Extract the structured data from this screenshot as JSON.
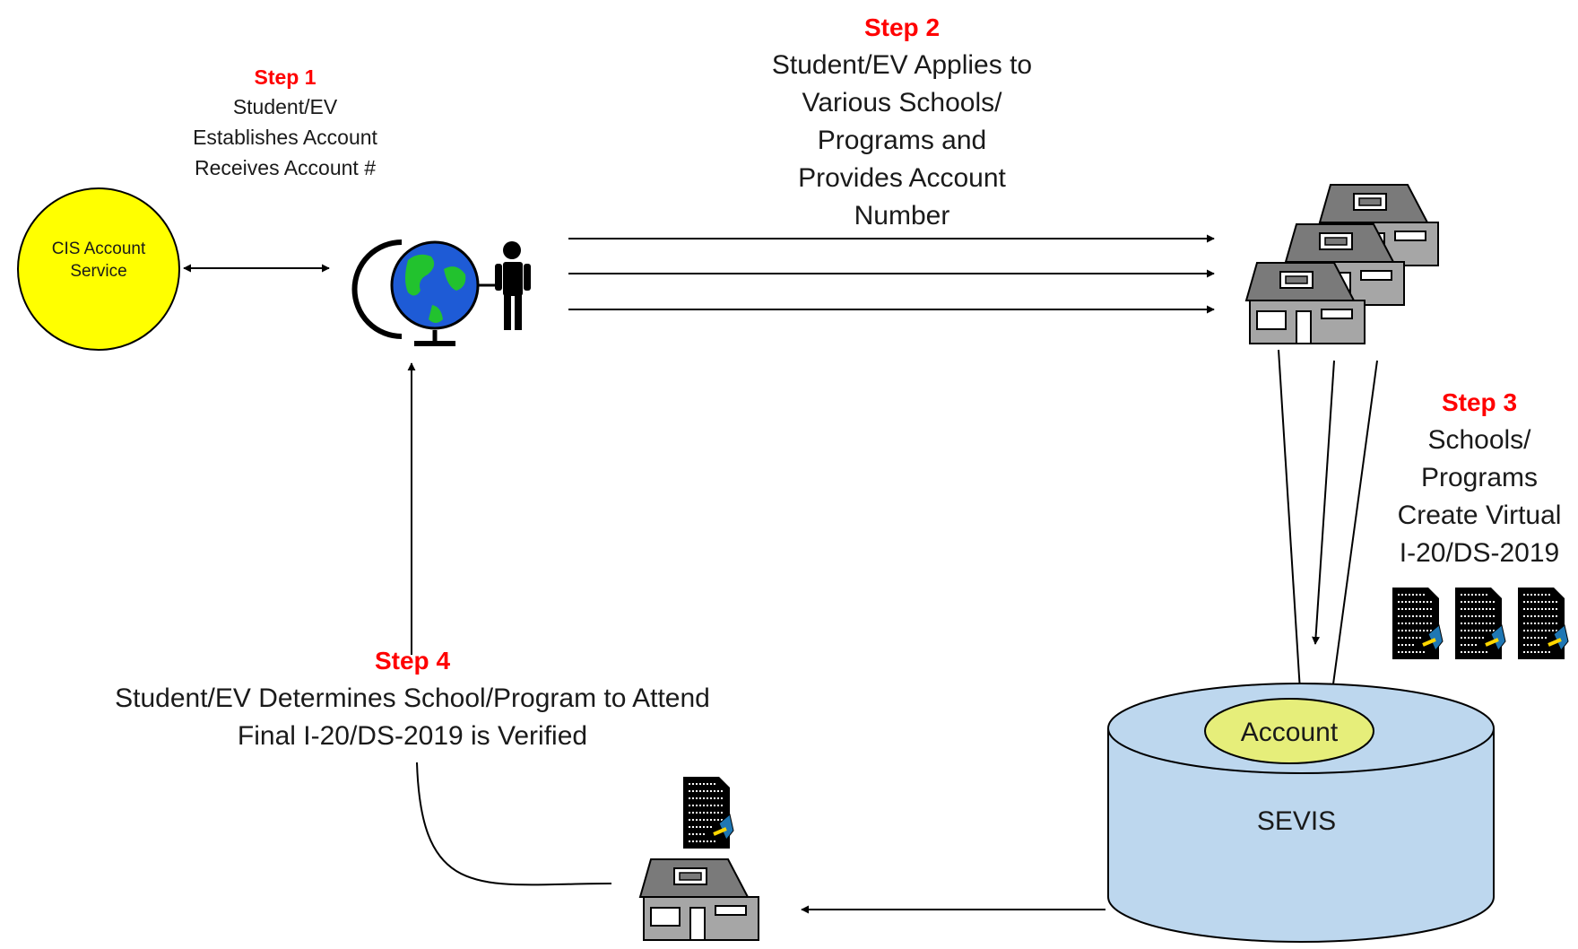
{
  "cis": {
    "label_line1": "CIS Account",
    "label_line2": "Service"
  },
  "step1": {
    "title": "Step 1",
    "lines": [
      "Student/EV",
      "Establishes Account",
      "Receives Account #"
    ]
  },
  "step2": {
    "title": "Step 2",
    "lines": [
      "Student/EV Applies to",
      "Various Schools/",
      "Programs and",
      "Provides Account",
      "Number"
    ]
  },
  "step3": {
    "title": "Step 3",
    "lines": [
      "Schools/",
      "Programs",
      "Create Virtual",
      "I-20/DS-2019"
    ]
  },
  "step4": {
    "title": "Step 4",
    "lines": [
      "Student/EV Determines School/Program to Attend",
      "Final I-20/DS-2019 is Verified"
    ]
  },
  "sevis": {
    "account_label": "Account",
    "name": "SEVIS"
  },
  "colors": {
    "step_red": "#ff0000",
    "cis_yellow": "#ffff00",
    "sevis_blue": "#bdd7ee",
    "account_green": "#e6ee7a",
    "house_gray": "#7f7f7f"
  },
  "icons": [
    "globe-icon",
    "person-icon",
    "school-house-icon",
    "document-icon"
  ]
}
